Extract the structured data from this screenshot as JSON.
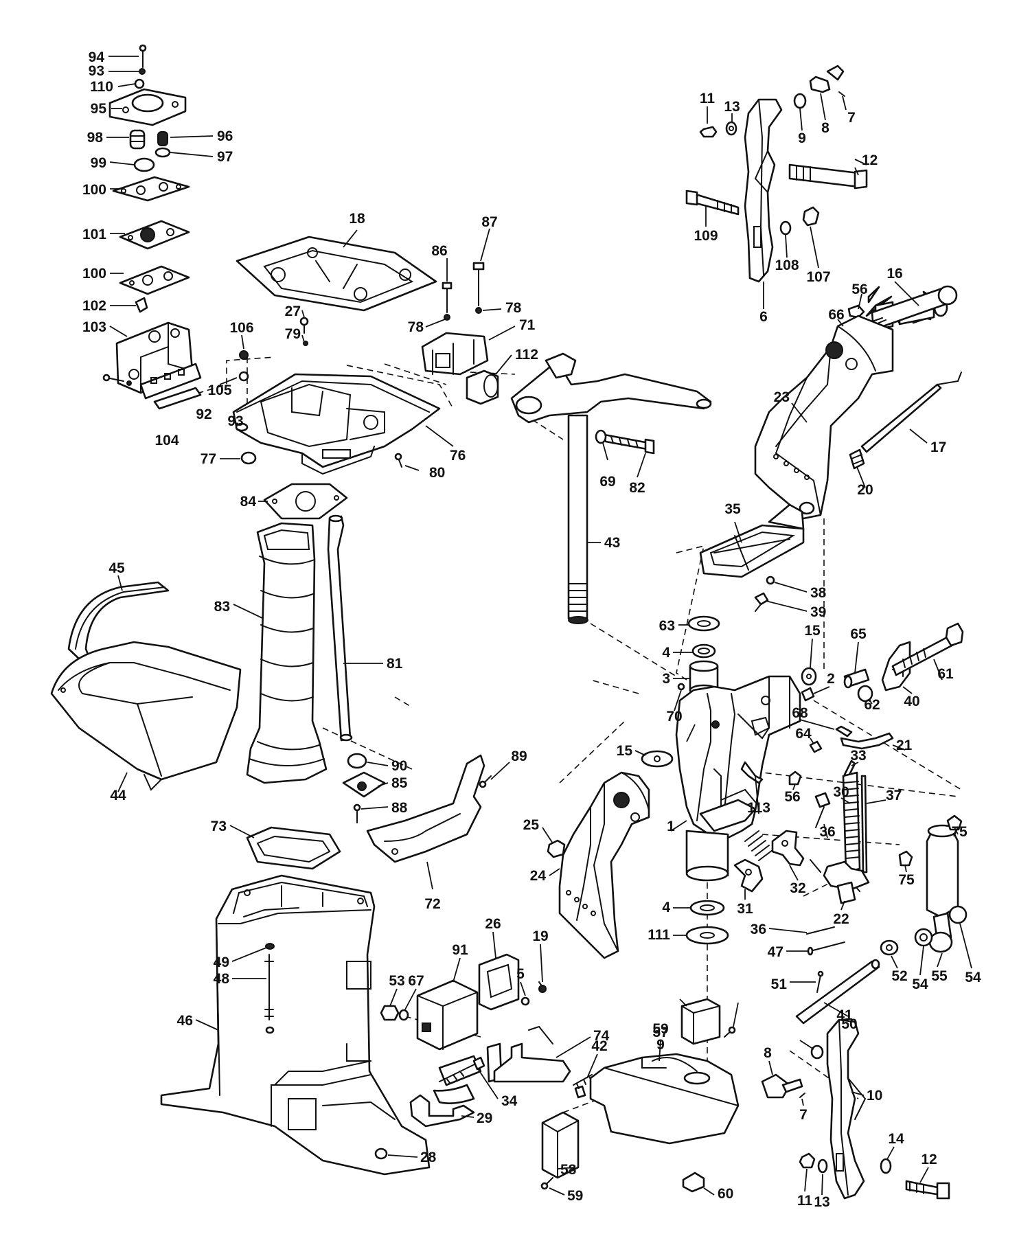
{
  "labels": [
    {
      "text": "94",
      "part": "carb-screw",
      "anchor": "end"
    },
    {
      "text": "93",
      "part": "carb-washer",
      "anchor": "end"
    },
    {
      "text": "110",
      "part": "carb-plug",
      "anchor": "end"
    },
    {
      "text": "95",
      "part": "carb-cover",
      "anchor": "end"
    },
    {
      "text": "98",
      "part": "carb-spring",
      "anchor": "end"
    },
    {
      "text": "96",
      "part": "carb-spring-b",
      "anchor": "start"
    },
    {
      "text": "97",
      "part": "carb-nut",
      "anchor": "start"
    },
    {
      "text": "99",
      "part": "carb-cap",
      "anchor": "end"
    },
    {
      "text": "100",
      "part": "gasket-a",
      "anchor": "end"
    },
    {
      "text": "101",
      "part": "gasket-b",
      "anchor": "end"
    },
    {
      "text": "100",
      "part": "gasket-c",
      "anchor": "end"
    },
    {
      "text": "102",
      "part": "carb-check",
      "anchor": "end"
    },
    {
      "text": "103",
      "part": "carb-body",
      "anchor": "end"
    },
    {
      "text": "106",
      "part": "body-pin",
      "anchor": "middle"
    },
    {
      "text": "105",
      "part": "body-plug",
      "anchor": "middle"
    },
    {
      "text": "92",
      "part": "body-screw",
      "anchor": "middle"
    },
    {
      "text": "93",
      "part": "body-washer",
      "anchor": "middle"
    },
    {
      "text": "104",
      "part": "body-plate",
      "anchor": "middle"
    },
    {
      "text": "18",
      "part": "top-gasket",
      "anchor": "middle"
    },
    {
      "text": "27",
      "part": "adapter-screw",
      "anchor": "end"
    },
    {
      "text": "79",
      "part": "adapter-washer",
      "anchor": "end"
    },
    {
      "text": "76",
      "part": "adapter-plate",
      "anchor": "start"
    },
    {
      "text": "77",
      "part": "adapter-plug",
      "anchor": "end"
    },
    {
      "text": "80",
      "part": "adapter-pin",
      "anchor": "start"
    },
    {
      "text": "86",
      "part": "bracket-screw-a",
      "anchor": "middle"
    },
    {
      "text": "87",
      "part": "bracket-screw-b",
      "anchor": "middle"
    },
    {
      "text": "78",
      "part": "bracket-washer-a",
      "anchor": "start"
    },
    {
      "text": "78",
      "part": "bracket-washer-b",
      "anchor": "end"
    },
    {
      "text": "71",
      "part": "bracket-block",
      "anchor": "start"
    },
    {
      "text": "112",
      "part": "bushing",
      "anchor": "start"
    },
    {
      "text": "69",
      "part": "arm-washer",
      "anchor": "middle"
    },
    {
      "text": "82",
      "part": "arm-bolt",
      "anchor": "middle"
    },
    {
      "text": "84",
      "part": "exhaust-gasket",
      "anchor": "end"
    },
    {
      "text": "43",
      "part": "steering-arm",
      "anchor": "start"
    },
    {
      "text": "45",
      "part": "cover-seal",
      "anchor": "middle"
    },
    {
      "text": "83",
      "part": "exhaust-tube",
      "anchor": "end"
    },
    {
      "text": "81",
      "part": "water-tube",
      "anchor": "start"
    },
    {
      "text": "44",
      "part": "lower-cover",
      "anchor": "middle"
    },
    {
      "text": "90",
      "part": "grommet",
      "anchor": "start"
    },
    {
      "text": "85",
      "part": "grommet-plate",
      "anchor": "start"
    },
    {
      "text": "88",
      "part": "plate-screw",
      "anchor": "start"
    },
    {
      "text": "89",
      "part": "shield-screw",
      "anchor": "middle"
    },
    {
      "text": "73",
      "part": "tube-seal",
      "anchor": "end"
    },
    {
      "text": "72",
      "part": "splash-shield",
      "anchor": "middle"
    },
    {
      "text": "11",
      "part": "nut-top",
      "anchor": "middle"
    },
    {
      "text": "13",
      "part": "washer-top",
      "anchor": "middle"
    },
    {
      "text": "9",
      "part": "washer-9",
      "anchor": "middle"
    },
    {
      "text": "8",
      "part": "knob-8",
      "anchor": "middle"
    },
    {
      "text": "7",
      "part": "pin-7",
      "anchor": "middle"
    },
    {
      "text": "12",
      "part": "bolt-12",
      "anchor": "start"
    },
    {
      "text": "109",
      "part": "bolt-109",
      "anchor": "middle"
    },
    {
      "text": "108",
      "part": "washer-108",
      "anchor": "middle"
    },
    {
      "text": "107",
      "part": "nut-107",
      "anchor": "middle"
    },
    {
      "text": "6",
      "part": "clamp-bracket-right",
      "anchor": "middle"
    },
    {
      "text": "16",
      "part": "bolt-16",
      "anchor": "middle"
    },
    {
      "text": "56",
      "part": "nut-56",
      "anchor": "middle"
    },
    {
      "text": "66",
      "part": "washer-66",
      "anchor": "middle"
    },
    {
      "text": "23",
      "part": "stern-bracket-right",
      "anchor": "end"
    },
    {
      "text": "17",
      "part": "tilt-rod",
      "anchor": "start"
    },
    {
      "text": "20",
      "part": "spring-20",
      "anchor": "middle"
    },
    {
      "text": "35",
      "part": "thrust-plate",
      "anchor": "middle"
    },
    {
      "text": "38",
      "part": "washer-38",
      "anchor": "start"
    },
    {
      "text": "39",
      "part": "screw-39",
      "anchor": "start"
    },
    {
      "text": "63",
      "part": "washer-63",
      "anchor": "end"
    },
    {
      "text": "4",
      "part": "washer-4-top",
      "anchor": "end"
    },
    {
      "text": "3",
      "part": "bushing-3",
      "anchor": "end"
    },
    {
      "text": "15",
      "part": "washer-15-right",
      "anchor": "middle"
    },
    {
      "text": "65",
      "part": "pin-65",
      "anchor": "middle"
    },
    {
      "text": "61",
      "part": "bolt-61",
      "anchor": "middle"
    },
    {
      "text": "2",
      "part": "fitting-2",
      "anchor": "middle"
    },
    {
      "text": "40",
      "part": "lock-plate",
      "anchor": "middle"
    },
    {
      "text": "62",
      "part": "washer-62",
      "anchor": "middle"
    },
    {
      "text": "70",
      "part": "screw-70",
      "anchor": "middle"
    },
    {
      "text": "68",
      "part": "pin-68",
      "anchor": "middle"
    },
    {
      "text": "64",
      "part": "pin-64",
      "anchor": "middle"
    },
    {
      "text": "21",
      "part": "lever-21",
      "anchor": "start"
    },
    {
      "text": "15",
      "part": "washer-15-left",
      "anchor": "end"
    },
    {
      "text": "33",
      "part": "spring-33-top",
      "anchor": "middle"
    },
    {
      "text": "37",
      "part": "tilt-link",
      "anchor": "start"
    },
    {
      "text": "56",
      "part": "nut-56b",
      "anchor": "middle"
    },
    {
      "text": "30",
      "part": "spring-30",
      "anchor": "middle"
    },
    {
      "text": "75",
      "part": "nut-75-right",
      "anchor": "middle"
    },
    {
      "text": "75",
      "part": "nut-75-left",
      "anchor": "middle"
    },
    {
      "text": "25",
      "part": "nut-25",
      "anchor": "end"
    },
    {
      "text": "113",
      "part": "spring-113",
      "anchor": "middle"
    },
    {
      "text": "1",
      "part": "swivel-bracket",
      "anchor": "middle"
    },
    {
      "text": "36",
      "part": "pin-36-top",
      "anchor": "middle"
    },
    {
      "text": "32",
      "part": "cam-32",
      "anchor": "middle"
    },
    {
      "text": "24",
      "part": "stern-bracket-left",
      "anchor": "end"
    },
    {
      "text": "31",
      "part": "lever-31",
      "anchor": "middle"
    },
    {
      "text": "4",
      "part": "washer-4-bottom",
      "anchor": "end"
    },
    {
      "text": "36",
      "part": "pin-36-bottom",
      "anchor": "end"
    },
    {
      "text": "22",
      "part": "lock-bar-22",
      "anchor": "middle"
    },
    {
      "text": "111",
      "part": "washer-111",
      "anchor": "end"
    },
    {
      "text": "47",
      "part": "pin-47",
      "anchor": "end"
    },
    {
      "text": "54",
      "part": "nut-54-right",
      "anchor": "middle"
    },
    {
      "text": "55",
      "part": "damper-55",
      "anchor": "middle"
    },
    {
      "text": "52",
      "part": "washer-52",
      "anchor": "middle"
    },
    {
      "text": "54",
      "part": "nut-54-left",
      "anchor": "middle"
    },
    {
      "text": "26",
      "part": "mount-plate-26",
      "anchor": "middle"
    },
    {
      "text": "19",
      "part": "screw-19",
      "anchor": "middle"
    },
    {
      "text": "5",
      "part": "washer-5",
      "anchor": "middle"
    },
    {
      "text": "91",
      "part": "rubber-mount-91",
      "anchor": "middle"
    },
    {
      "text": "53",
      "part": "nut-53",
      "anchor": "middle"
    },
    {
      "text": "67",
      "part": "washer-67",
      "anchor": "middle"
    },
    {
      "text": "49",
      "part": "washer-49",
      "anchor": "end"
    },
    {
      "text": "48",
      "part": "stud-48",
      "anchor": "end"
    },
    {
      "text": "46",
      "part": "exhaust-housing",
      "anchor": "end"
    },
    {
      "text": "51",
      "part": "pin-51",
      "anchor": "end"
    },
    {
      "text": "50",
      "part": "tube-50",
      "anchor": "middle"
    },
    {
      "text": "57",
      "part": "retainer-57",
      "anchor": "middle"
    },
    {
      "text": "41",
      "part": "mount-housing",
      "anchor": "middle"
    },
    {
      "text": "59",
      "part": "screw-59-top",
      "anchor": "middle"
    },
    {
      "text": "9",
      "part": "washer-9-bottom",
      "anchor": "middle"
    },
    {
      "text": "8",
      "part": "knob-8-bottom",
      "anchor": "middle"
    },
    {
      "text": "7",
      "part": "pin-7-bottom",
      "anchor": "middle"
    },
    {
      "text": "10",
      "part": "clamp-bracket-left",
      "anchor": "start"
    },
    {
      "text": "74",
      "part": "strap-74",
      "anchor": "start"
    },
    {
      "text": "42",
      "part": "stud-42",
      "anchor": "middle"
    },
    {
      "text": "34",
      "part": "bolt-34",
      "anchor": "start"
    },
    {
      "text": "29",
      "part": "clip-29",
      "anchor": "start"
    },
    {
      "text": "28",
      "part": "nut-28",
      "anchor": "start"
    },
    {
      "text": "58",
      "part": "cover-58",
      "anchor": "start"
    },
    {
      "text": "59",
      "part": "screw-59-bottom",
      "anchor": "start"
    },
    {
      "text": "60",
      "part": "nut-60",
      "anchor": "start"
    },
    {
      "text": "11",
      "part": "nut-11-bottom",
      "anchor": "middle"
    },
    {
      "text": "13",
      "part": "washer-13-bottom",
      "anchor": "middle"
    },
    {
      "text": "14",
      "part": "washer-14",
      "anchor": "middle"
    },
    {
      "text": "12",
      "part": "bolt-12-bottom",
      "anchor": "middle"
    }
  ]
}
